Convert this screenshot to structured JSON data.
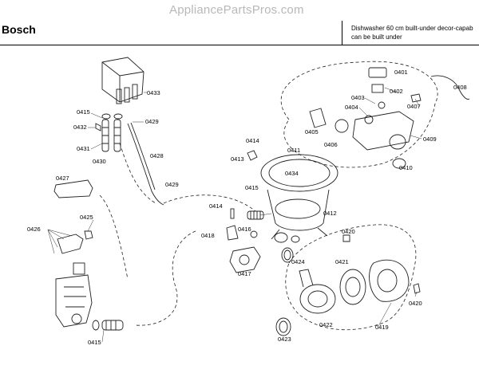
{
  "header": {
    "watermark": "AppliancePartsPros.com",
    "brand": "Bosch",
    "description_line1": "Dishwasher 60 cm built-under decor-capab",
    "description_line2": "can be built under"
  },
  "callouts": [
    {
      "id": "c0401",
      "text": "0401"
    },
    {
      "id": "c0402",
      "text": "0402"
    },
    {
      "id": "c0403",
      "text": "0403"
    },
    {
      "id": "c0404",
      "text": "0404"
    },
    {
      "id": "c0405",
      "text": "0405"
    },
    {
      "id": "c0406",
      "text": "0406"
    },
    {
      "id": "c0407",
      "text": "0407"
    },
    {
      "id": "c0408",
      "text": "0408"
    },
    {
      "id": "c0409",
      "text": "0409"
    },
    {
      "id": "c0410",
      "text": "0410"
    },
    {
      "id": "c0411",
      "text": "0411"
    },
    {
      "id": "c0412",
      "text": "0412"
    },
    {
      "id": "c0413",
      "text": "0413"
    },
    {
      "id": "c0414a",
      "text": "0414"
    },
    {
      "id": "c0414b",
      "text": "0414"
    },
    {
      "id": "c0415a",
      "text": "0415"
    },
    {
      "id": "c0415b",
      "text": "0415"
    },
    {
      "id": "c0415c",
      "text": "0415"
    },
    {
      "id": "c0416",
      "text": "0416"
    },
    {
      "id": "c0417",
      "text": "0417"
    },
    {
      "id": "c0418",
      "text": "0418"
    },
    {
      "id": "c0419",
      "text": "0419"
    },
    {
      "id": "c0420a",
      "text": "0420"
    },
    {
      "id": "c0420b",
      "text": "0420"
    },
    {
      "id": "c0421",
      "text": "0421"
    },
    {
      "id": "c0422",
      "text": "0422"
    },
    {
      "id": "c0423",
      "text": "0423"
    },
    {
      "id": "c0424",
      "text": "0424"
    },
    {
      "id": "c0425",
      "text": "0425"
    },
    {
      "id": "c0426",
      "text": "0426"
    },
    {
      "id": "c0427",
      "text": "0427"
    },
    {
      "id": "c0428",
      "text": "0428"
    },
    {
      "id": "c0429a",
      "text": "0429"
    },
    {
      "id": "c0429b",
      "text": "0429"
    },
    {
      "id": "c0430",
      "text": "0430"
    },
    {
      "id": "c0431",
      "text": "0431"
    },
    {
      "id": "c0432",
      "text": "0432"
    },
    {
      "id": "c0433",
      "text": "0433"
    },
    {
      "id": "c0434",
      "text": "0434"
    }
  ]
}
